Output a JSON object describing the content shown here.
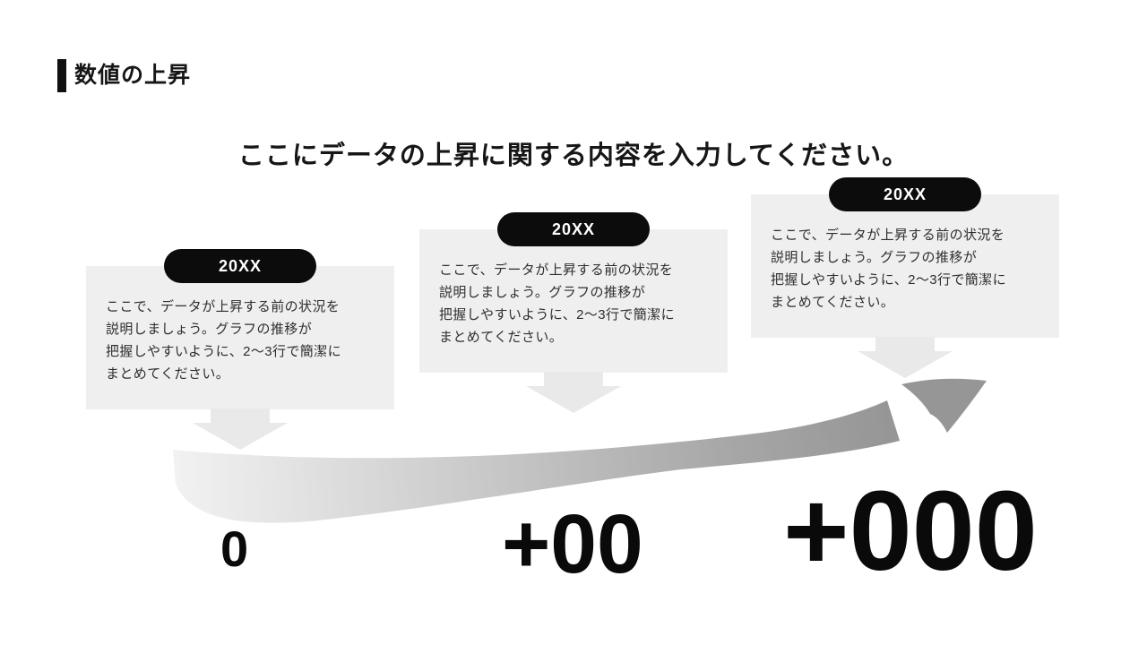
{
  "slide": {
    "title": "数値の上昇",
    "heading": "ここにデータの上昇に関する内容を入力してください。",
    "cards": [
      {
        "year": "20XX",
        "body": "ここで、データが上昇する前の状況を\n説明しましょう。グラフの推移が\n把握しやすいように、2〜3行で簡潔に\nまとめてください。"
      },
      {
        "year": "20XX",
        "body": "ここで、データが上昇する前の状況を\n説明しましょう。グラフの推移が\n把握しやすいように、2〜3行で簡潔に\nまとめてください。"
      },
      {
        "year": "20XX",
        "body": "ここで、データが上昇する前の状況を\n説明しましょう。グラフの推移が\n把握しやすいように、2〜3行で簡潔に\nまとめてください。"
      }
    ],
    "milestones": [
      {
        "value": "0"
      },
      {
        "value": "+00"
      },
      {
        "value": "+000"
      }
    ],
    "colors": {
      "card_bg": "#efefef",
      "pill_bg": "#0c0c0c",
      "pill_text": "#ffffff",
      "down_arrow": "#e9e9e9",
      "swoosh_start": "#f0f0f0",
      "swoosh_end": "#959595",
      "text": "#1f1f1f"
    }
  }
}
